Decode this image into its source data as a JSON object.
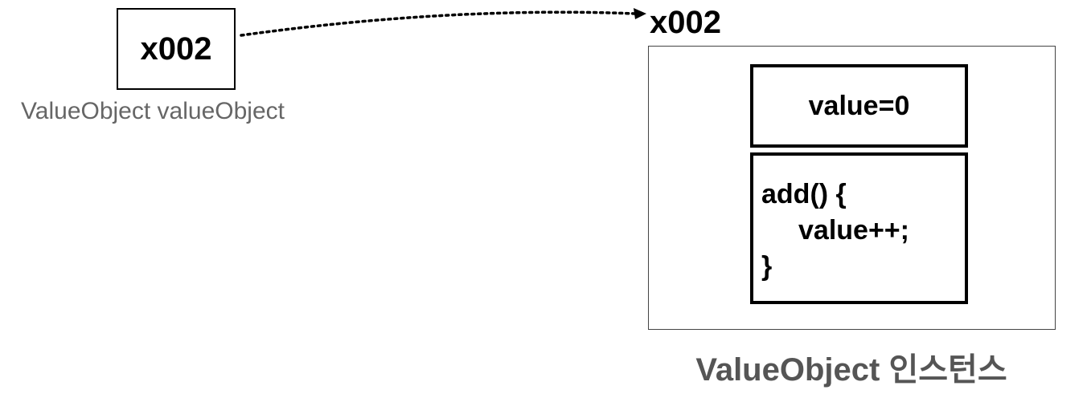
{
  "reference": {
    "address": "x002",
    "label": "ValueObject valueObject"
  },
  "instance": {
    "address": "x002",
    "field": "value=0",
    "method": {
      "signature": "add() {",
      "body": "value++;",
      "close": "}"
    },
    "label": "ValueObject 인스턴스"
  },
  "colors": {
    "stroke": "#000000",
    "reference_label": "#666666",
    "instance_label": "#555555"
  }
}
